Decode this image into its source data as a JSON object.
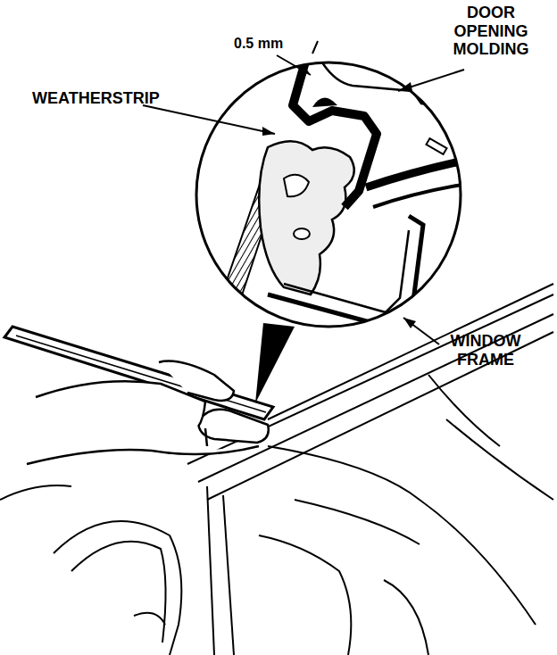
{
  "diagram": {
    "labels": [
      "DOOR OPENING MOLDING",
      "0.5 mm",
      "WEATHERSTRIP",
      "WINDOW FRAME"
    ]
  }
}
